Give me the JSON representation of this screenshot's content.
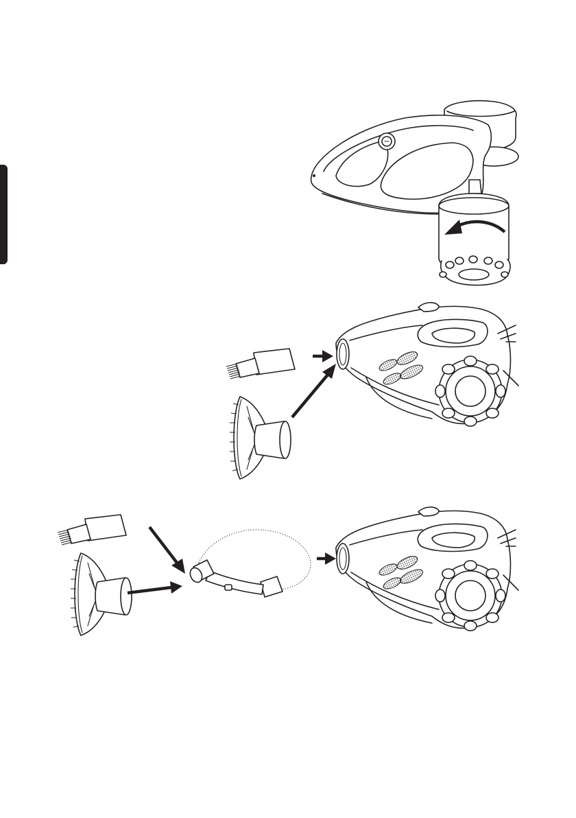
{
  "colors": {
    "ink": "#231f20",
    "paper": "#ffffff",
    "tab": "#231f20"
  },
  "figures": [
    {
      "name": "filter-removal-figure",
      "icon": "vacuum-handle-with-filter-rotate-icon"
    },
    {
      "name": "direct-attachment-figure",
      "icon": "vacuum-with-brush-and-nozzle-icon"
    },
    {
      "name": "hose-attachment-figure",
      "icon": "vacuum-with-hose-brush-and-nozzle-icon"
    }
  ]
}
